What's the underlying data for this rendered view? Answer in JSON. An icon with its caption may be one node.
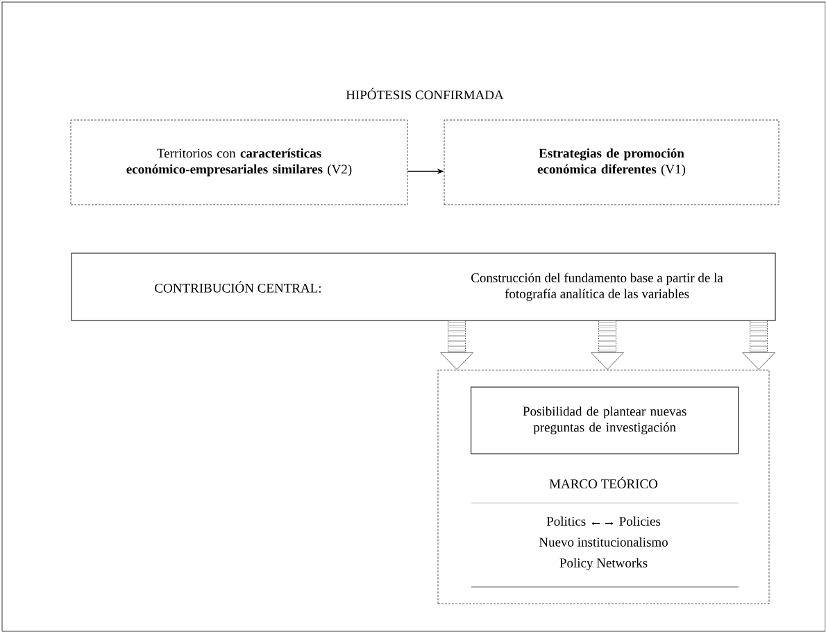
{
  "diagram": {
    "title": "HIPÓTESIS CONFIRMADA",
    "nodes": [
      {
        "text": [
          "Territorios con **características económico-empresariales similares** (V2)"
        ]
      },
      {
        "text": [
          "**Estrategias de promoción económica diferentes** (V1)"
        ]
      },
      {
        "text": [
          "CONTRIBUCIÓN CENTRAL:",
          "Construcción del fundamento base a partir de la fotografía analítica de las variables"
        ]
      },
      {
        "text": [
          "MARCO TEÓRICO",
          "Politics ←→ Policies",
          "Nuevo institucionalismo",
          "Policy Networks"
        ]
      },
      {
        "text": [
          "Posibilidad de plantear nuevas preguntas de investigación"
        ],
        "in": 3
      }
    ],
    "edges": [
      {
        "from": 0,
        "to": 1,
        "arrow": "to"
      },
      {
        "from": 2,
        "to": 3,
        "arrow": "to",
        "style": "dashed"
      },
      {
        "from": 2,
        "to": 3,
        "arrow": "to",
        "style": "dashed"
      },
      {
        "from": 2,
        "to": 3,
        "arrow": "to",
        "style": "dashed"
      }
    ]
  }
}
